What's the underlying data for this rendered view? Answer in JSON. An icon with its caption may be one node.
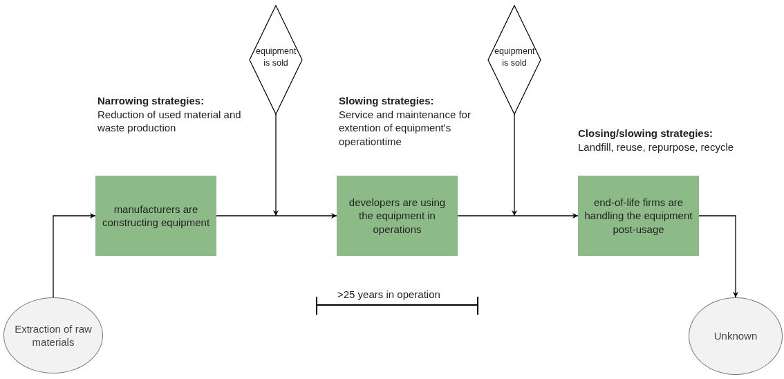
{
  "diagram": {
    "nodes": [
      {
        "text": [
          "Extraction of raw materials"
        ]
      },
      {
        "text": [
          "manufacturers are constructing equipment"
        ],
        "beside": [
          "Narrowing strategies:",
          "Reduction of used material and waste production"
        ]
      },
      {
        "text": [
          "equipment is sold"
        ]
      },
      {
        "text": [
          "developers are using the equipment in operations"
        ],
        "beside": [
          "Slowing strategies:",
          "Service and maintenance for extention of equipment's operationtime"
        ]
      },
      {
        "text": [
          "equipment is sold"
        ]
      },
      {
        "text": [
          "end-of-life firms are handling the equipment post-usage"
        ],
        "beside": [
          "Closing/slowing strategies:",
          "Landfill, reuse, repurpose, recycle"
        ]
      },
      {
        "text": [
          "Unknown"
        ]
      }
    ],
    "edges": [
      {
        "from": 0,
        "to": 1,
        "arrow": "to"
      },
      {
        "from": 1,
        "to": 3,
        "arrow": "to"
      },
      {
        "from": 2,
        "to": null,
        "arrow": "to"
      },
      {
        "from": 3,
        "to": 5,
        "arrow": "to"
      },
      {
        "from": 4,
        "to": null,
        "arrow": "to"
      },
      {
        "from": 5,
        "to": 6,
        "arrow": "to"
      }
    ],
    "labels": [
      ">25 years in operation"
    ]
  }
}
